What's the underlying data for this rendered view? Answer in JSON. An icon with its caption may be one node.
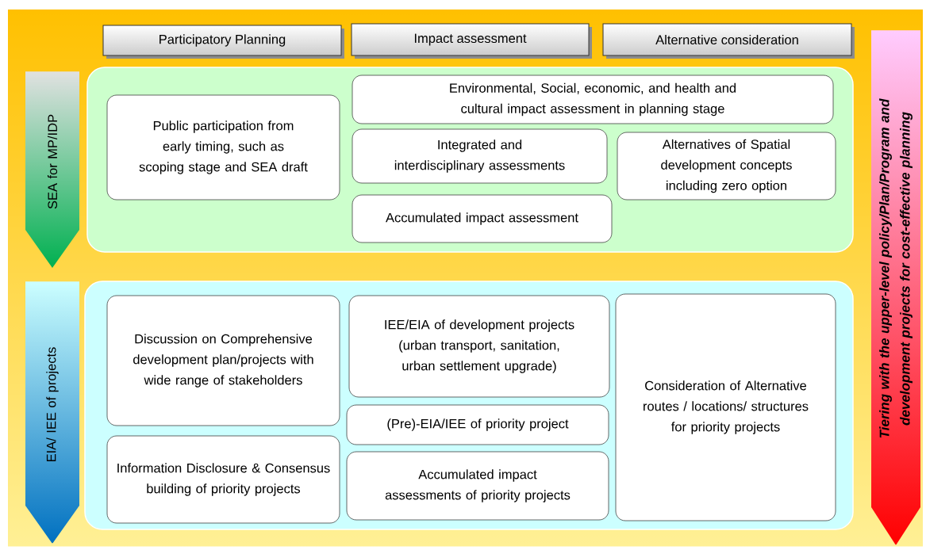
{
  "diagram": {
    "nodes": [
      {
        "text": [
          "Participatory Planning"
        ]
      },
      {
        "text": [
          "Impact assessment"
        ]
      },
      {
        "text": [
          "Alternative consideration"
        ]
      },
      {
        "text": [
          "SEA for MP/IDP"
        ]
      },
      {
        "text": [
          "EIA/ IEE of projects"
        ]
      },
      {
        "text": [
          "Tiering with the upper-level policy/Plan/Program and development projects for cost-effective planning"
        ]
      },
      {
        "text": [],
        "shape": "box"
      },
      {
        "text": [
          "Public participation from early timing, such as scoping stage and SEA draft"
        ],
        "in": 6
      },
      {
        "text": [
          "Environmental, Social, economic, and health and cultural impact assessment in planning stage"
        ],
        "in": 6
      },
      {
        "text": [
          "Integrated and interdisciplinary assessments"
        ],
        "in": 6
      },
      {
        "text": [
          "Alternatives of Spatial development concepts including zero option"
        ],
        "in": 6
      },
      {
        "text": [
          "Accumulated impact assessment"
        ],
        "in": 6
      },
      {
        "text": [],
        "shape": "box"
      },
      {
        "text": [
          "Discussion on Comprehensive development plan/projects with wide range of stakeholders"
        ],
        "in": 12
      },
      {
        "text": [
          "IEE/EIA of development projects (urban transport, sanitation, urban settlement upgrade)"
        ],
        "in": 12
      },
      {
        "text": [
          "Consideration of Alternative routes / locations/ structures for priority projects"
        ],
        "in": 12
      },
      {
        "text": [
          "(Pre)-EIA/IEE of priority project"
        ],
        "in": 12
      },
      {
        "text": [
          "Information Disclosure & Consensus building of priority projects"
        ],
        "in": 12
      },
      {
        "text": [
          "Accumulated impact assessments of priority projects"
        ],
        "in": 12
      }
    ],
    "edges": []
  }
}
